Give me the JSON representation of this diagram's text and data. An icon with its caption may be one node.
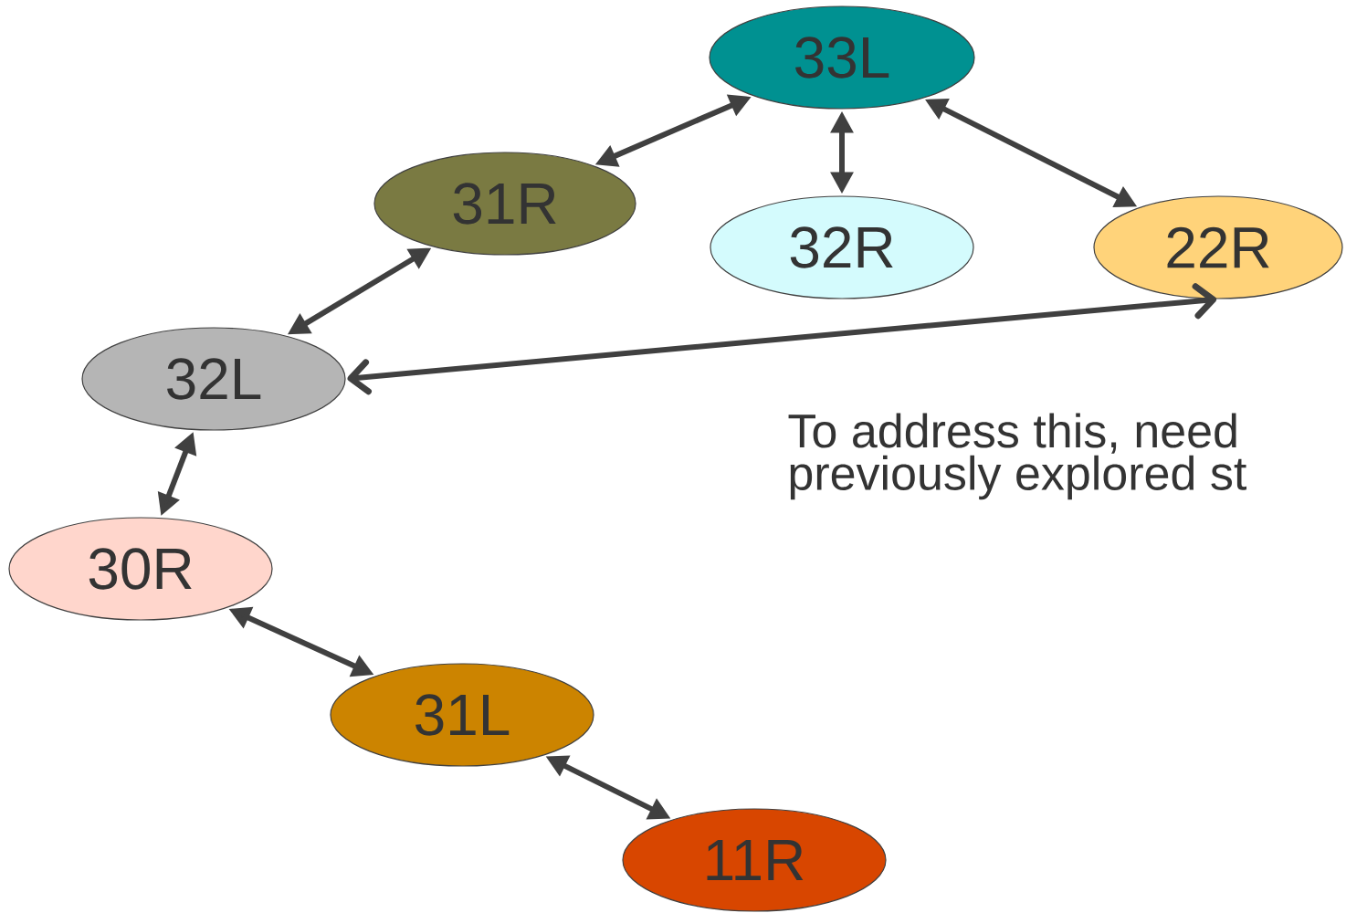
{
  "diagram": {
    "nodes": [
      {
        "text": [
          "33L"
        ]
      },
      {
        "text": [
          "31R"
        ]
      },
      {
        "text": [
          "32R"
        ]
      },
      {
        "text": [
          "22R"
        ]
      },
      {
        "text": [
          "32L"
        ]
      },
      {
        "text": [
          "30R"
        ]
      },
      {
        "text": [
          "31L"
        ]
      },
      {
        "text": [
          "11R"
        ]
      }
    ],
    "edges": [
      {
        "from": 0,
        "to": 1,
        "arrow": "both"
      },
      {
        "from": 0,
        "to": 2,
        "arrow": "both"
      },
      {
        "from": 0,
        "to": 3,
        "arrow": "both"
      },
      {
        "from": 1,
        "to": 4,
        "arrow": "both"
      },
      {
        "from": 4,
        "to": 3,
        "arrow": "both"
      },
      {
        "from": 4,
        "to": 5,
        "arrow": "both"
      },
      {
        "from": 5,
        "to": 6,
        "arrow": "both"
      },
      {
        "from": 6,
        "to": 7,
        "arrow": "both"
      }
    ],
    "labels": [
      "To address this, need previously explored st"
    ]
  }
}
